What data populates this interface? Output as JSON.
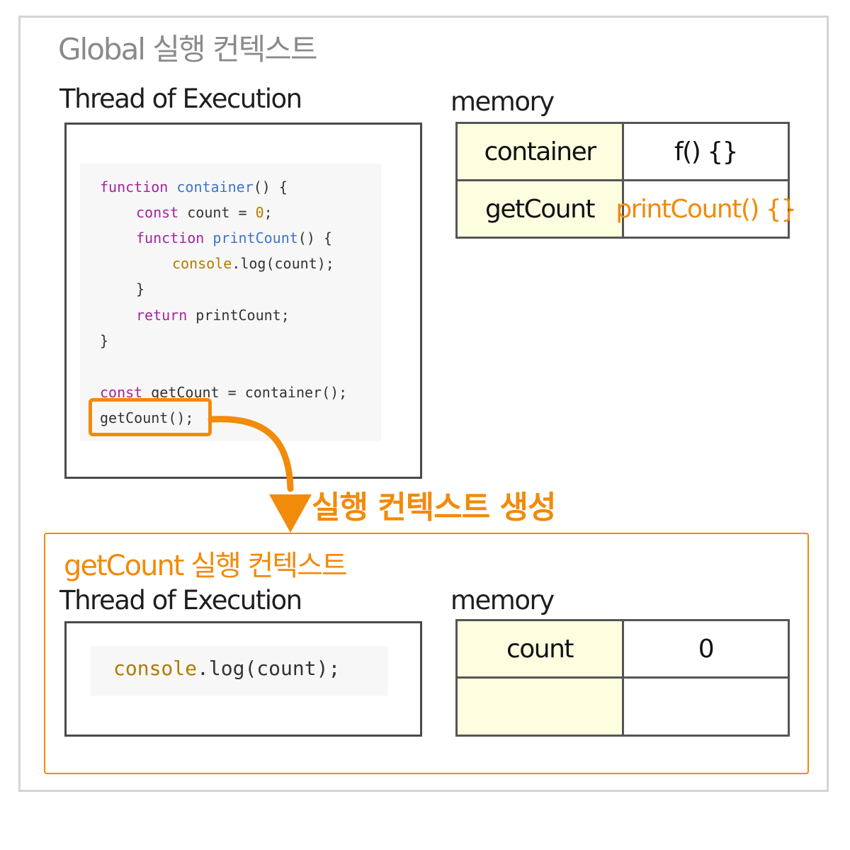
{
  "global": {
    "title": "Global 실행 컨텍스트",
    "thread_label": "Thread of Execution",
    "memory_label": "memory",
    "code": {
      "l1_kw": "function",
      "l1_fn": "container",
      "l1_rest": "() {",
      "l2_kw": "const",
      "l2_mid": " count = ",
      "l2_num": "0",
      "l2_end": ";",
      "l3_kw": "function",
      "l3_fn": "printCount",
      "l3_rest": "() {",
      "l4_obj": "console",
      "l4_rest": ".log(count);",
      "l5": "}",
      "l6_kw": "return",
      "l6_rest": " printCount;",
      "l7": "}",
      "l8_kw": "const",
      "l8_rest": " getCount = container();",
      "l9": "getCount();"
    },
    "memory": [
      {
        "key": "container",
        "value": "f() {}"
      },
      {
        "key": "getCount",
        "value": "printCount() {}"
      }
    ]
  },
  "arrow_label": "실행 컨텍스트 생성",
  "exec_context": {
    "title": "getCount 실행 컨텍스트",
    "thread_label": "Thread of Execution",
    "memory_label": "memory",
    "code": {
      "obj": "console",
      "rest": ".log(count);"
    },
    "memory": [
      {
        "key": "count",
        "value": "0"
      },
      {
        "key": "",
        "value": ""
      }
    ]
  },
  "colors": {
    "accent": "#f28a0a",
    "memory_key_bg": "#fdfde0",
    "keyword": "#a4259b",
    "function_name": "#3f74c9"
  }
}
